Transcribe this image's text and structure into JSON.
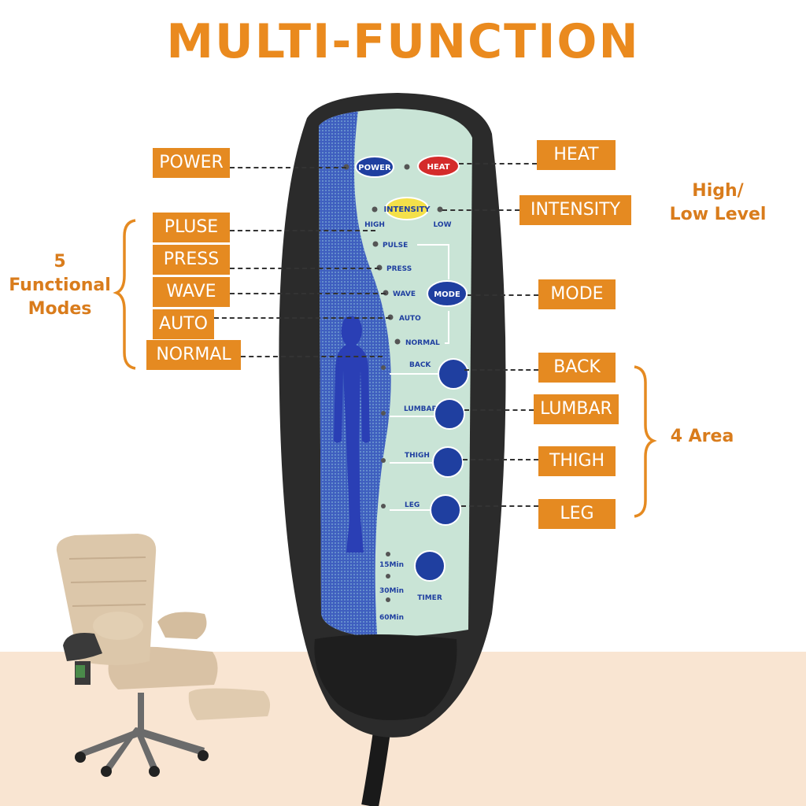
{
  "title": "MULTI-FUNCTION",
  "left_tags": {
    "power": "POWER",
    "pluse": "PLUSE",
    "press": "PRESS",
    "wave": "WAVE",
    "auto": "AUTO",
    "normal": "NORMAL"
  },
  "right_tags": {
    "heat": "HEAT",
    "intensity": "INTENSITY",
    "mode": "MODE",
    "back": "BACK",
    "lumbar": "LUMBAR",
    "thigh": "THIGH",
    "leg": "LEG"
  },
  "side_notes": {
    "modes": "5\nFunctional\nModes",
    "level": "High/\nLow Level",
    "area": "4 Area"
  },
  "remote": {
    "power_btn": "POWER",
    "heat_btn": "HEAT",
    "intensity_btn": "INTENSITY",
    "high": "HIGH",
    "low": "LOW",
    "pulse": "PULSE",
    "press": "PRESS",
    "wave": "WAVE",
    "auto": "AUTO",
    "normal": "NORMAL",
    "mode_btn": "MODE",
    "back": "BACK",
    "lumbar": "LUMBAR",
    "thigh": "THIGH",
    "leg": "LEG",
    "t15": "15Min",
    "t30": "30Min",
    "t60": "60Min",
    "timer": "TIMER"
  },
  "colors": {
    "accent": "#e58a21",
    "title": "#ea8a1e",
    "remote_blue": "#1f3fa0",
    "panel": "#c9e4d6"
  }
}
